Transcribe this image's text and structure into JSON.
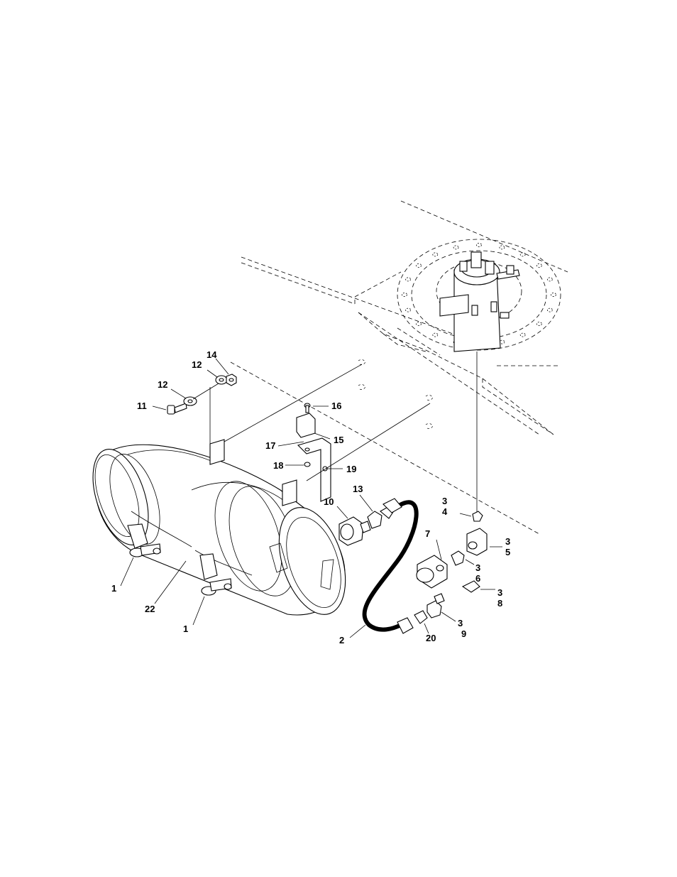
{
  "callouts": {
    "c1a": "1",
    "c1b": "1",
    "c2": "2",
    "c3_4_a": "3",
    "c3_4_b": "4",
    "c3_5_a": "3",
    "c3_5_b": "5",
    "c3_6_a": "3",
    "c3_6_b": "6",
    "c3_8_a": "3",
    "c3_8_b": "8",
    "c3_9_a": "3",
    "c3_9_b": "9",
    "c7": "7",
    "c10": "10",
    "c11": "11",
    "c12a": "12",
    "c12b": "12",
    "c13": "13",
    "c14": "14",
    "c15": "15",
    "c16": "16",
    "c17": "17",
    "c18": "18",
    "c19": "19",
    "c20": "20",
    "c22": "22"
  }
}
